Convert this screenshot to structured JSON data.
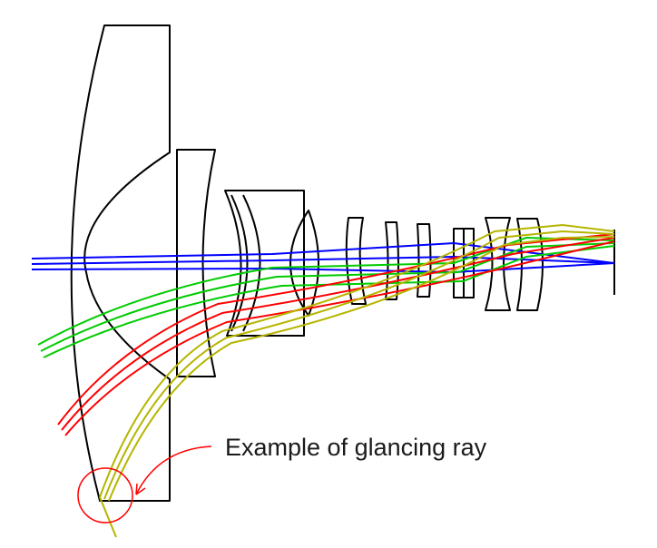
{
  "annotation": {
    "label": "Example of glancing ray",
    "color": "#ff0000"
  },
  "colors": {
    "lens_outline": "#000000",
    "ray_blue": "#0000ff",
    "ray_green": "#00cc00",
    "ray_red": "#ff0000",
    "ray_yellow": "#b5b500"
  },
  "elements": [
    "meniscus-front-element",
    "biconcave-element-2",
    "cemented-doublet",
    "element-4",
    "element-5",
    "element-6",
    "element-7",
    "stop-group",
    "element-9",
    "rear-element",
    "image-plane"
  ],
  "ray_bundles": [
    "blue-axial",
    "green-mid-field",
    "red-high-field",
    "yellow-edge-field"
  ]
}
